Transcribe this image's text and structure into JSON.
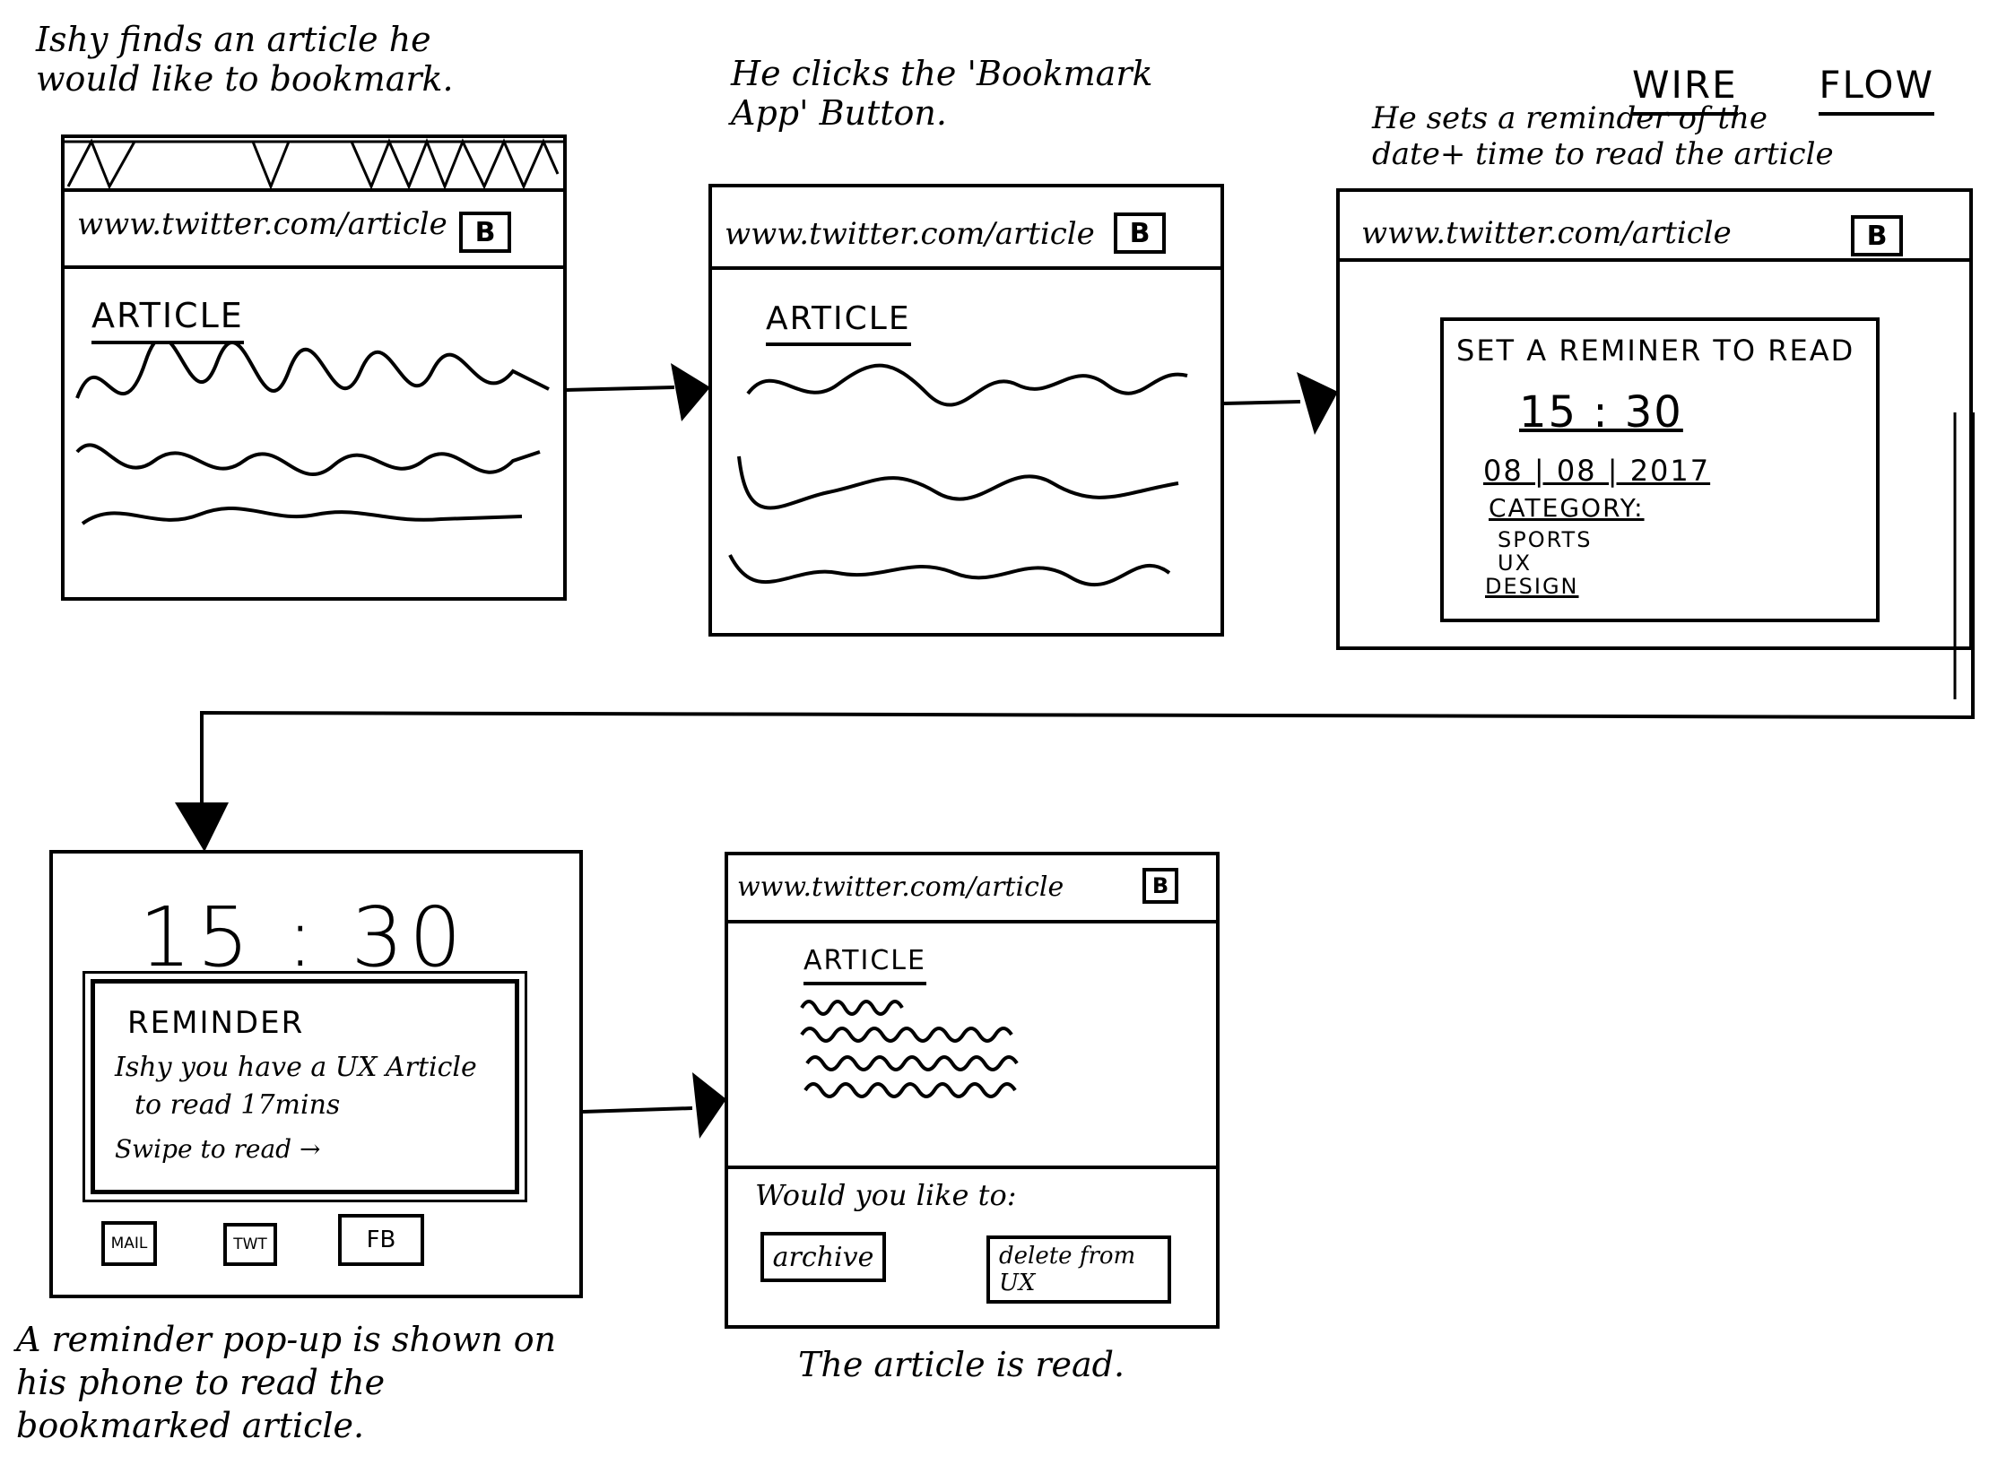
{
  "header": {
    "wire_label": "WIRE",
    "flow_label": "FLOW"
  },
  "captions": {
    "step1": "Ishy finds an article he would like to bookmark.",
    "step2": "He clicks the 'Bookmark App' Button.",
    "step3": "He sets a reminder of the date+ time to read the article",
    "step4": "A reminder pop-up is shown on his phone to read the bookmarked article.",
    "step5": "The article is read."
  },
  "browser": {
    "url": "www.twitter.com/article",
    "bookmark_button": "B"
  },
  "screen1": {
    "title": "ARTICLE"
  },
  "screen2": {
    "title": "ARTICLE"
  },
  "screen3": {
    "dialog_title": "SET A REMINER TO READ",
    "time": "15 : 30",
    "date": "08 | 08 | 2017",
    "category_label": "CATEGORY:",
    "categories": [
      "SPORTS",
      "UX",
      "DESIGN"
    ]
  },
  "screen4": {
    "clock": "15 : 30",
    "notification_title": "REMINDER",
    "notification_body_1": "Ishy you have a UX Article",
    "notification_body_2": "to read 17mins",
    "swipe_hint": "Swipe to read →",
    "apps": [
      "MAIL",
      "TWT",
      "FB"
    ]
  },
  "screen5": {
    "title": "ARTICLE",
    "prompt": "Would you like to:",
    "archive_label": "archive",
    "delete_label": "delete from UX"
  }
}
